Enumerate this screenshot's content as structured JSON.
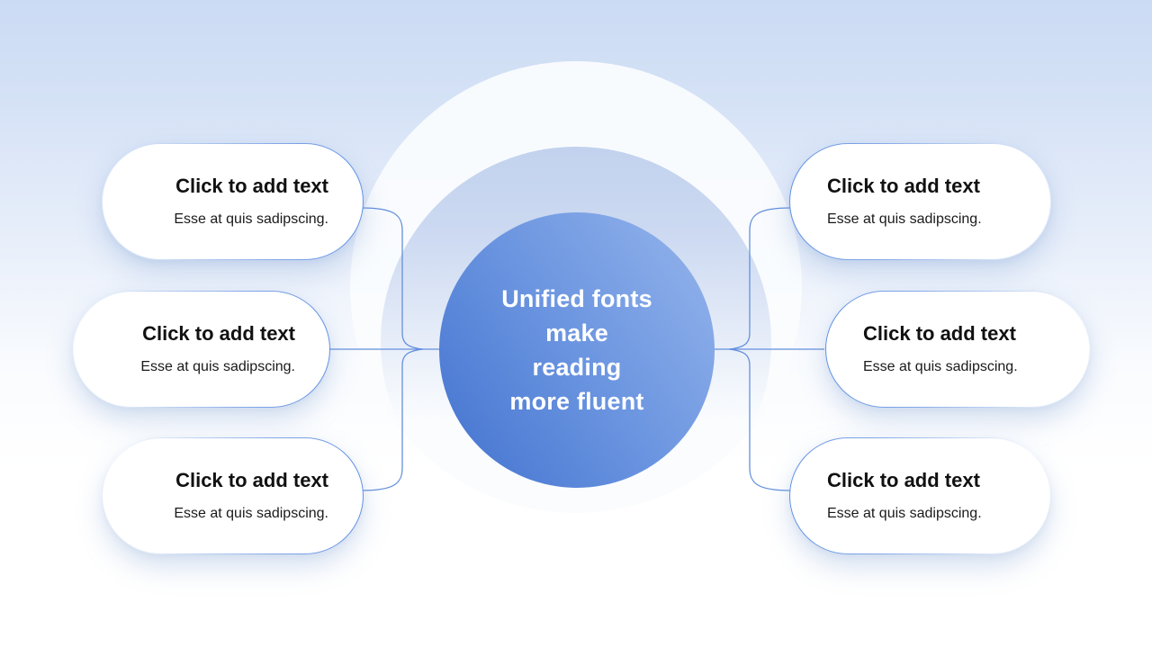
{
  "slide": {
    "hub": {
      "lines": [
        "Unified fonts",
        "make",
        "reading",
        "more fluent"
      ],
      "gradient_start": "#4272cf",
      "gradient_end": "#96b5ec",
      "text_color": "#ffffff"
    },
    "connector_color": "#6490dd",
    "background_top_color": "#cbdbf4",
    "background_bottom_color": "#ffffff",
    "card_border_color": "#5f90e4",
    "cards": [
      {
        "position": "top-left",
        "title": "Click to add text",
        "subtitle": "Esse at quis sadipscing."
      },
      {
        "position": "middle-left",
        "title": "Click to add text",
        "subtitle": "Esse at quis sadipscing."
      },
      {
        "position": "bottom-left",
        "title": "Click to add text",
        "subtitle": "Esse at quis sadipscing."
      },
      {
        "position": "top-right",
        "title": "Click to add text",
        "subtitle": "Esse at quis sadipscing."
      },
      {
        "position": "middle-right",
        "title": "Click to add text",
        "subtitle": "Esse at quis sadipscing."
      },
      {
        "position": "bottom-right",
        "title": "Click to add text",
        "subtitle": "Esse at quis sadipscing."
      }
    ]
  }
}
